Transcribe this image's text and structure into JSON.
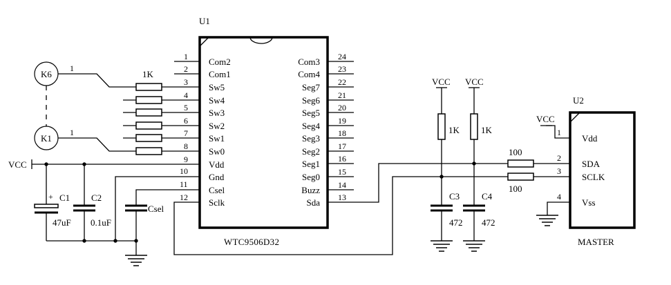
{
  "u1": {
    "ref": "U1",
    "part": "WTC9506D32",
    "left_pins": [
      {
        "num": "1",
        "name": "Com2"
      },
      {
        "num": "2",
        "name": "Com1"
      },
      {
        "num": "3",
        "name": "Sw5"
      },
      {
        "num": "4",
        "name": "Sw4"
      },
      {
        "num": "5",
        "name": "Sw3"
      },
      {
        "num": "6",
        "name": "Sw2"
      },
      {
        "num": "7",
        "name": "Sw1"
      },
      {
        "num": "8",
        "name": "Sw0"
      },
      {
        "num": "9",
        "name": "Vdd"
      },
      {
        "num": "10",
        "name": "Gnd"
      },
      {
        "num": "11",
        "name": "Csel"
      },
      {
        "num": "12",
        "name": "Sclk"
      }
    ],
    "right_pins": [
      {
        "num": "24",
        "name": "Com3"
      },
      {
        "num": "23",
        "name": "Com4"
      },
      {
        "num": "22",
        "name": "Seg7"
      },
      {
        "num": "21",
        "name": "Seg6"
      },
      {
        "num": "20",
        "name": "Seg5"
      },
      {
        "num": "19",
        "name": "Seg4"
      },
      {
        "num": "18",
        "name": "Seg3"
      },
      {
        "num": "17",
        "name": "Seg2"
      },
      {
        "num": "16",
        "name": "Seg1"
      },
      {
        "num": "15",
        "name": "Seg0"
      },
      {
        "num": "14",
        "name": "Buzz"
      },
      {
        "num": "13",
        "name": "Sda"
      }
    ]
  },
  "u2": {
    "ref": "U2",
    "label": "MASTER",
    "pins": [
      {
        "num": "1",
        "name": "Vdd"
      },
      {
        "num": "2",
        "name": "SDA"
      },
      {
        "num": "3",
        "name": "SCLK"
      },
      {
        "num": "4",
        "name": "Vss"
      }
    ]
  },
  "keys": {
    "k6": {
      "label": "K6",
      "pin": "1"
    },
    "k1": {
      "label": "K1",
      "pin": "1"
    }
  },
  "resistors": {
    "key_res": "1K",
    "r_sda_pullup": "1K",
    "r_sclk_pullup": "1K",
    "r_sda_series": "100",
    "r_sclk_series": "100"
  },
  "capacitors": {
    "c1": {
      "ref": "C1",
      "value": "47uF"
    },
    "c2": {
      "ref": "C2",
      "value": "0.1uF"
    },
    "csel": {
      "ref": "Csel"
    },
    "c3": {
      "ref": "C3",
      "value": "472"
    },
    "c4": {
      "ref": "C4",
      "value": "472"
    }
  },
  "power": {
    "vcc_left": "VCC",
    "vcc_pullup_1": "VCC",
    "vcc_pullup_2": "VCC",
    "vcc_master": "VCC"
  }
}
